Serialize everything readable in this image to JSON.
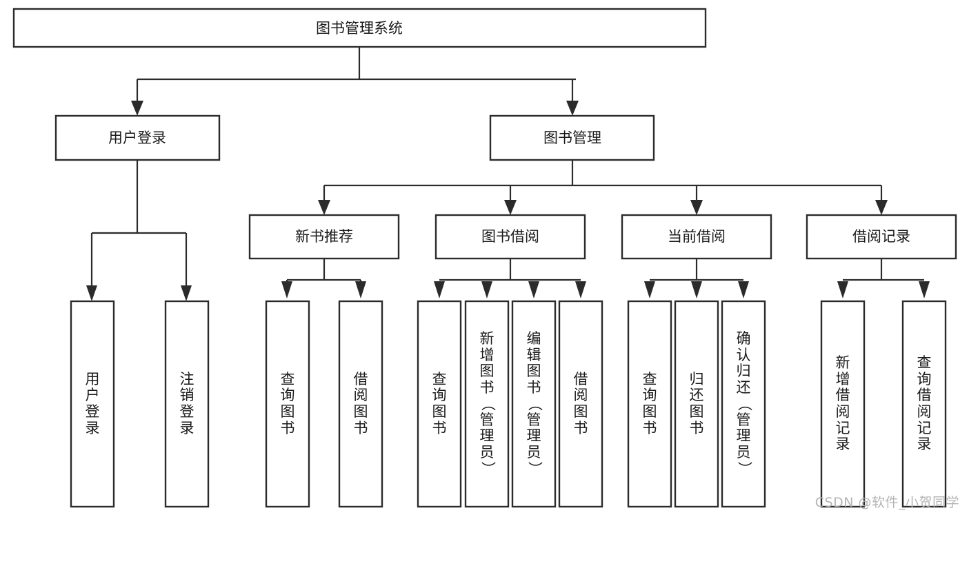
{
  "diagram": {
    "type": "hierarchy-tree",
    "title_node": {
      "label": "图书管理系统"
    },
    "level2": [
      {
        "id": "user-login",
        "label": "用户登录"
      },
      {
        "id": "book-management",
        "label": "图书管理"
      }
    ],
    "level3": [
      {
        "id": "new-book-recommend",
        "label": "新书推荐"
      },
      {
        "id": "book-borrow",
        "label": "图书借阅"
      },
      {
        "id": "current-borrow",
        "label": "当前借阅"
      },
      {
        "id": "borrow-record",
        "label": "借阅记录"
      }
    ],
    "leaves": {
      "user_login": [
        {
          "id": "leaf-user-login",
          "label": "用户登录"
        },
        {
          "id": "leaf-logout-login",
          "label": "注销登录"
        }
      ],
      "new_book_recommend": [
        {
          "id": "leaf-query-book-1",
          "label": "查询图书"
        },
        {
          "id": "leaf-borrow-book-1",
          "label": "借阅图书"
        }
      ],
      "book_borrow": [
        {
          "id": "leaf-query-book-2",
          "label": "查询图书"
        },
        {
          "id": "leaf-add-book",
          "label": "新增图书（管理员）"
        },
        {
          "id": "leaf-edit-book",
          "label": "编辑图书（管理员）"
        },
        {
          "id": "leaf-borrow-book-2",
          "label": "借阅图书"
        }
      ],
      "current_borrow": [
        {
          "id": "leaf-query-book-3",
          "label": "查询图书"
        },
        {
          "id": "leaf-return-book",
          "label": "归还图书"
        },
        {
          "id": "leaf-confirm-return",
          "label": "确认归还（管理员）"
        }
      ],
      "borrow_record": [
        {
          "id": "leaf-add-borrow-record",
          "label": "新增借阅记录"
        },
        {
          "id": "leaf-query-borrow-record",
          "label": "查询借阅记录"
        }
      ]
    },
    "watermark": "CSDN @软件_小贺同学",
    "colors": {
      "stroke": "#2b2b2b",
      "fill": "#ffffff",
      "text": "#1a1a1a",
      "watermark": "#b4b4b4"
    }
  }
}
